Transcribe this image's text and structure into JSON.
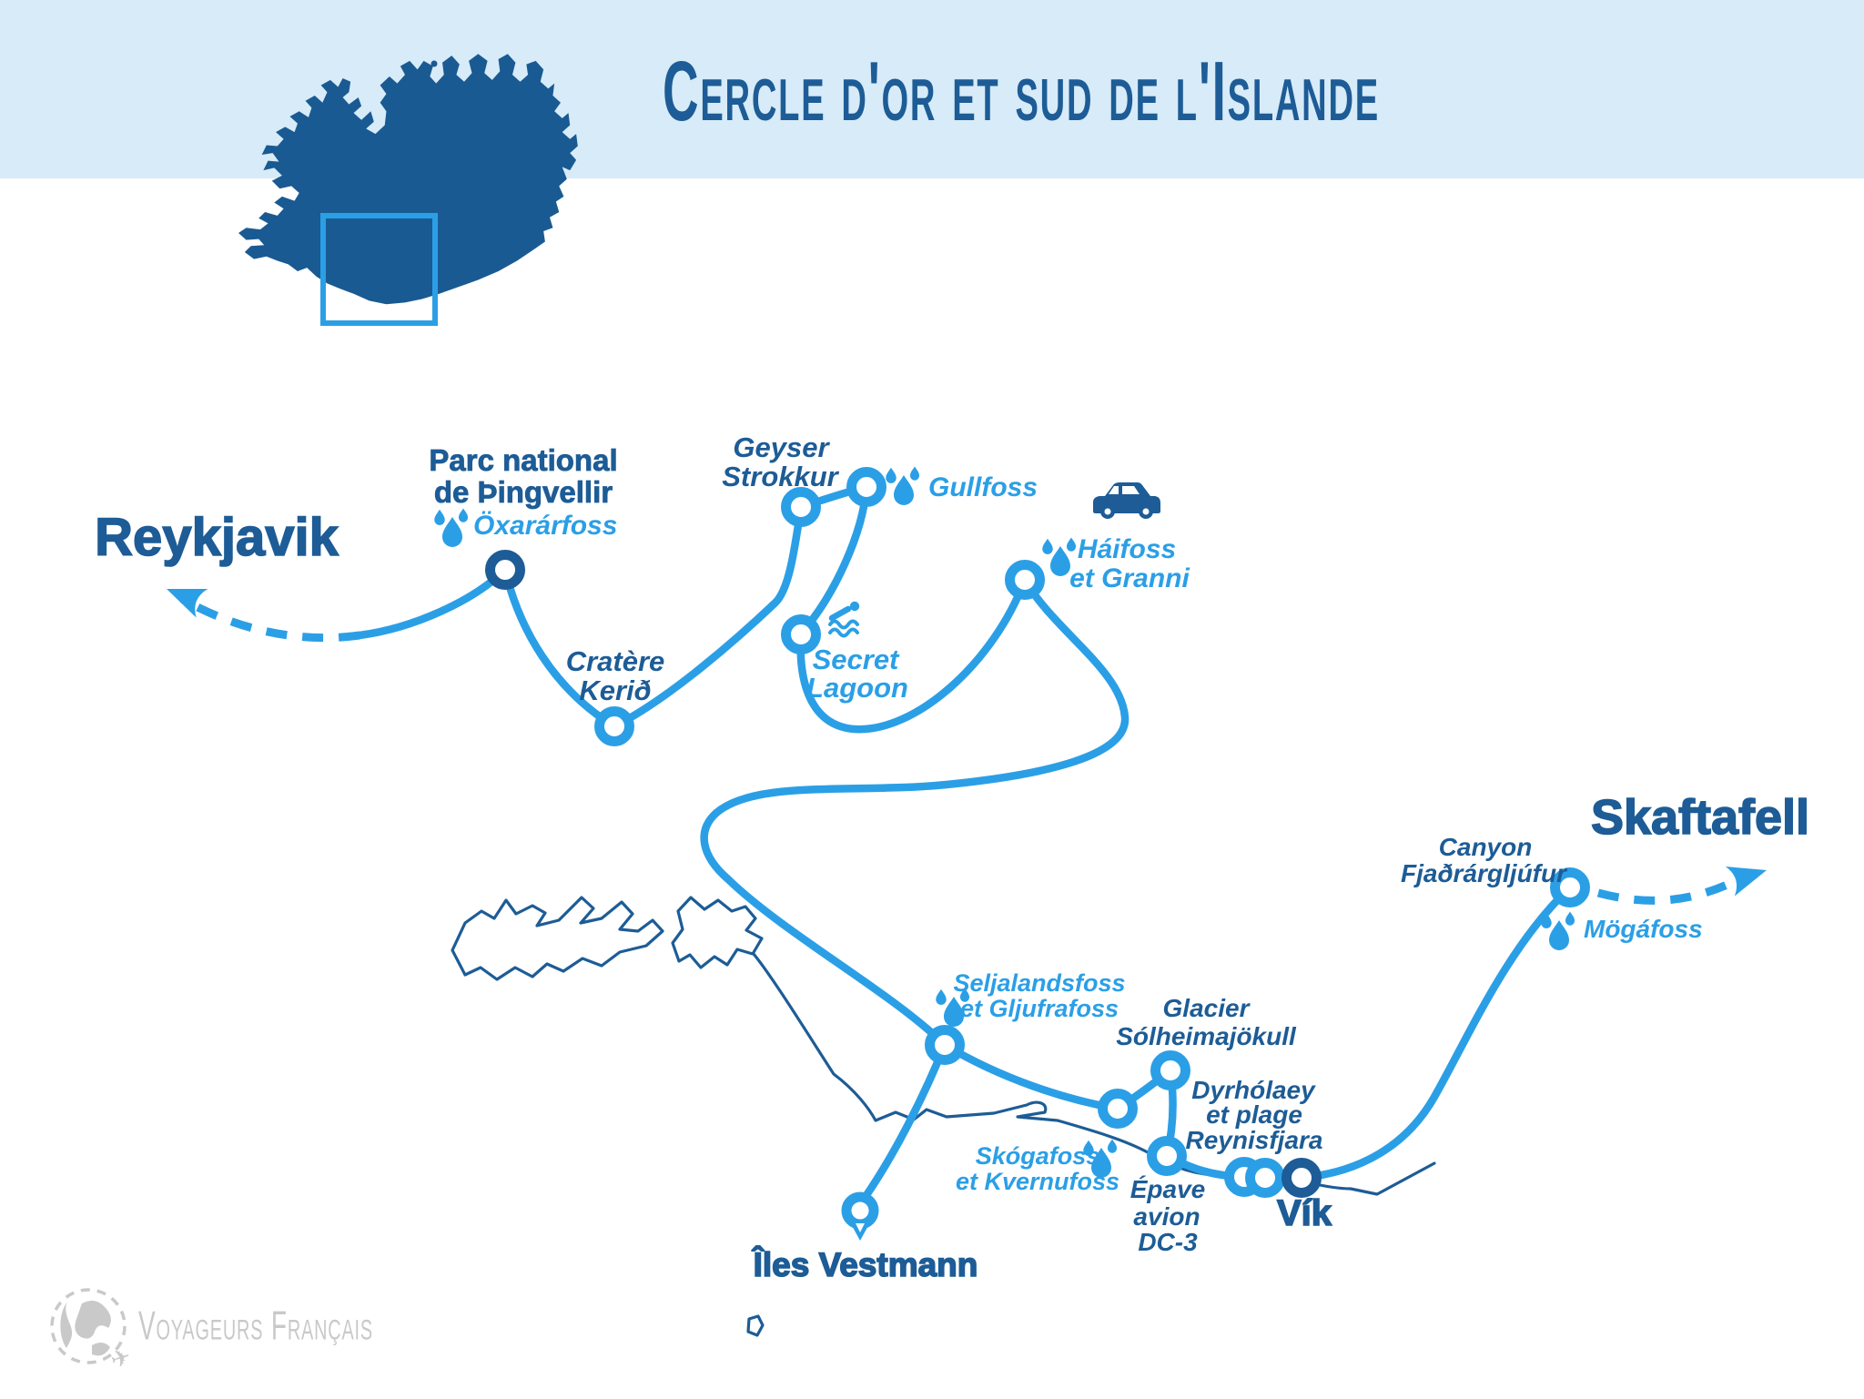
{
  "title": "Cercle d'or et sud de l'Islande",
  "colors": {
    "header_band": "#d7ebf8",
    "navy": "#1d5c96",
    "route_blue": "#2b9fe6",
    "logo_gray": "#c9c9c9",
    "background": "#ffffff"
  },
  "logo": {
    "text": "Voyageurs Français"
  },
  "inset": {
    "name": "iceland-overview-map",
    "highlight": "south-west region box"
  },
  "stops": {
    "reykjavik": {
      "label": "Reykjavik"
    },
    "thingvellir": {
      "line1": "Parc national",
      "line2": "de Þingvellir"
    },
    "oxararfoss": {
      "label": "Öxarárfoss"
    },
    "geyser": {
      "line1": "Geyser",
      "line2": "Strokkur"
    },
    "gullfoss": {
      "label": "Gullfoss"
    },
    "haifoss": {
      "line1": "Háifoss",
      "line2": "et Granni"
    },
    "kerid": {
      "line1": "Cratère",
      "line2": "Kerið"
    },
    "secret_lagoon": {
      "line1": "Secret",
      "line2": "Lagoon"
    },
    "seljalandsfoss": {
      "line1": "Seljalandsfoss",
      "line2": "et Gljufrafoss"
    },
    "glacier": {
      "line1": "Glacier",
      "line2": "Sólheimajökull"
    },
    "dyrholaey": {
      "line1": "Dyrhólaey",
      "line2": "et plage",
      "line3": "Reynisfjara"
    },
    "skogafoss": {
      "line1": "Skógafoss",
      "line2": "et Kvernufoss"
    },
    "epave": {
      "line1": "Épave",
      "line2": "avion",
      "line3": "DC-3"
    },
    "vik": {
      "label": "Vík"
    },
    "vestmann": {
      "label": "Îles Vestmann"
    },
    "canyon": {
      "line1": "Canyon",
      "line2": "Fjaðrárgljúfur"
    },
    "mogafoss": {
      "label": "Mögáfoss"
    },
    "skaftafell": {
      "label": "Skaftafell"
    }
  }
}
